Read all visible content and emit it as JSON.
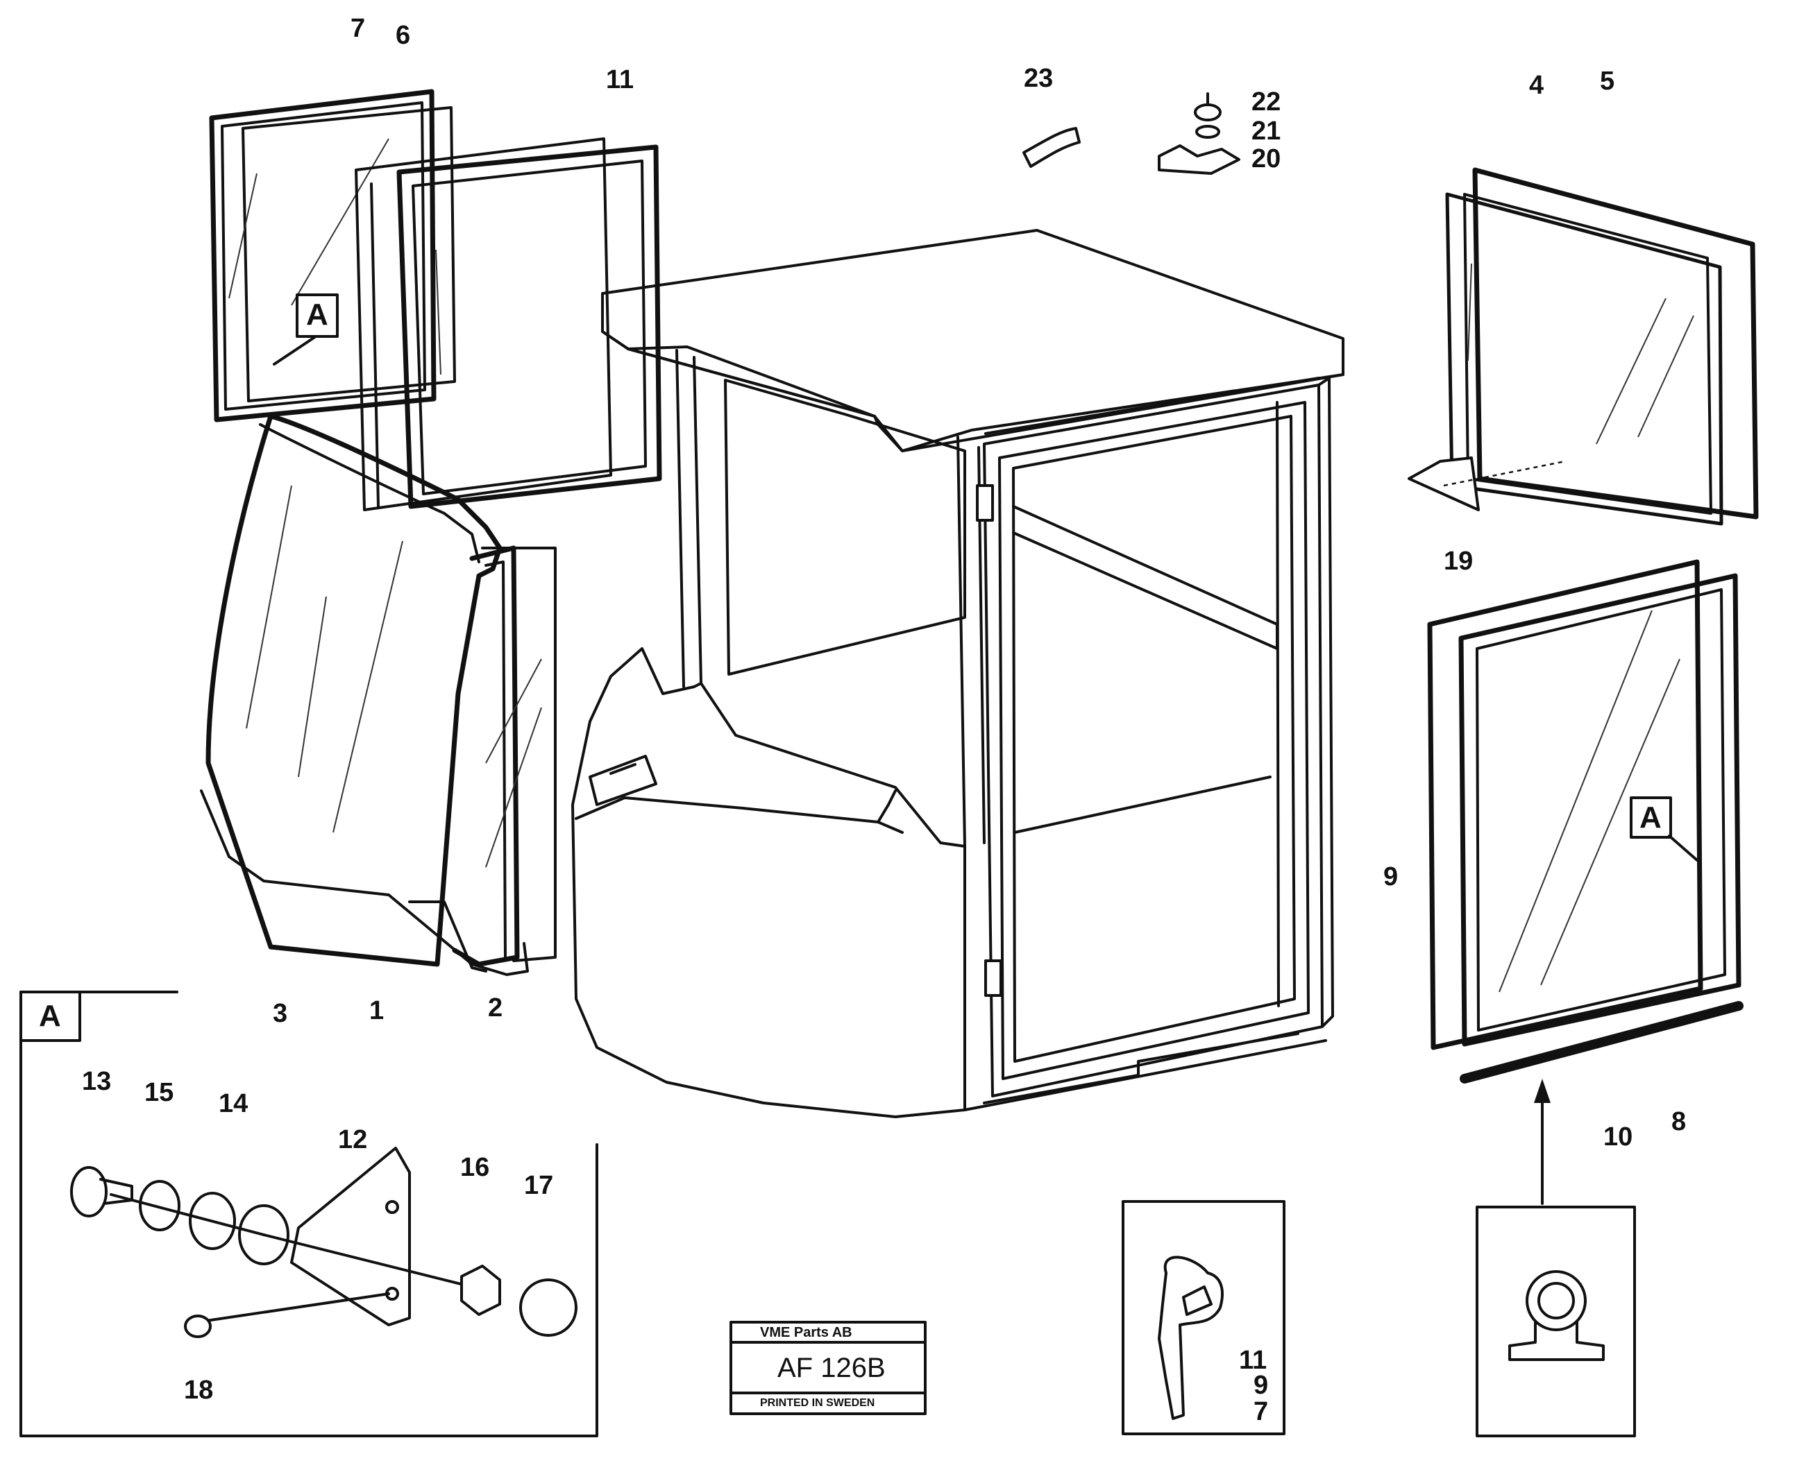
{
  "callouts": {
    "n1": "1",
    "n2": "2",
    "n3": "3",
    "n4": "4",
    "n5": "5",
    "n6": "6",
    "n7": "7",
    "n8": "8",
    "n9": "9",
    "n10": "10",
    "n11": "11",
    "n12": "12",
    "n13": "13",
    "n14": "14",
    "n15": "15",
    "n16": "16",
    "n17": "17",
    "n18": "18",
    "n19": "19",
    "n20": "20",
    "n21": "21",
    "n22": "22",
    "n23": "23"
  },
  "detail_marker": "A",
  "detail_box_label": "A",
  "profile_left_refs": [
    "11",
    "9",
    "7"
  ],
  "title_block": {
    "company": "VME Parts AB",
    "code": "AF 126B",
    "footer": "PRINTED IN SWEDEN"
  }
}
